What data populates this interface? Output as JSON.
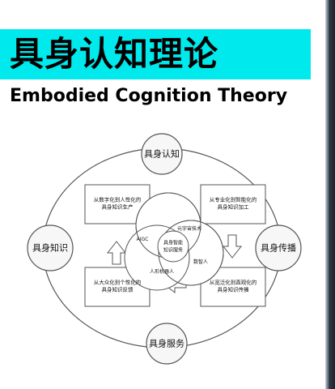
{
  "title_cn": "具身认知理论",
  "title_en": "Embodied Cognition Theory",
  "diagram": {
    "nodes": {
      "top": "具身认知",
      "left": "具身知识",
      "right": "具身传播",
      "bottom": "具身服务"
    },
    "boxes": {
      "top_left": [
        "从数字化到人性化的",
        "具身知识生产"
      ],
      "top_right": [
        "从专业化到智能化的",
        "具身知识加工"
      ],
      "bottom_left": [
        "从大众化到个性化的",
        "具身知识反馈"
      ],
      "bottom_right": [
        "从宽泛化到直观化的",
        "具身知识传播"
      ]
    },
    "center": {
      "aigc": "AIGC",
      "metaverse": "元宇宙技术",
      "core": [
        "具身智能",
        "知识服务"
      ],
      "digital_human": "数智人",
      "robot": "人形机器人"
    },
    "colors": {
      "banner": "#00e9ec",
      "node_fill": "#f7f7f7",
      "stroke": "#555555"
    }
  }
}
